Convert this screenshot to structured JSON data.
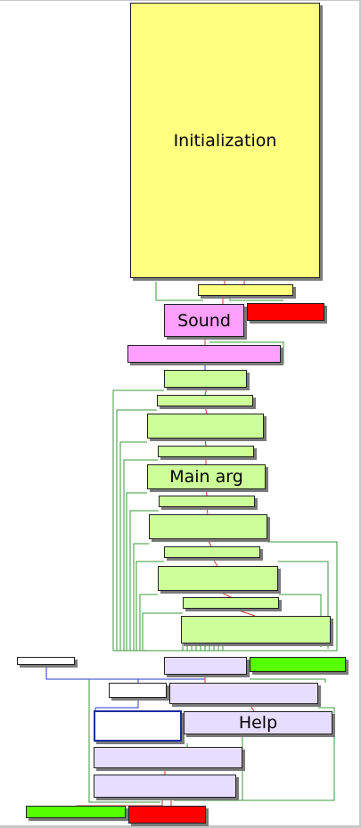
{
  "diagram": {
    "labels": {
      "initialization": "Initialization",
      "sound": "Sound",
      "main_arg": "Main arg",
      "help": "Help"
    },
    "colors": {
      "edge_red": "#d03030",
      "edge_green": "#3a9a3a",
      "edge_blue": "#2a3ad0"
    }
  }
}
